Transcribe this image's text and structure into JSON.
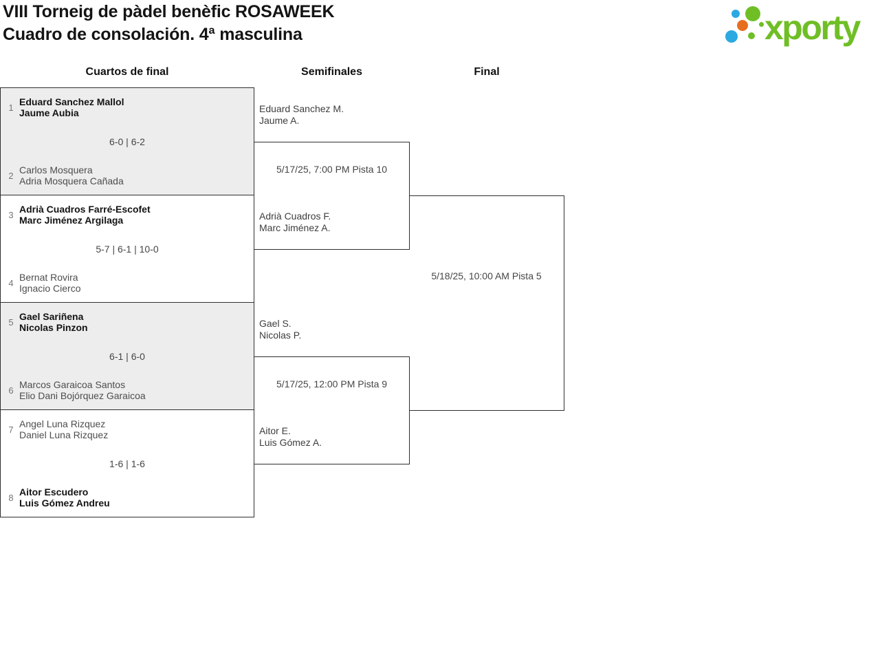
{
  "header": {
    "title_line1": "VIII Torneig de pàdel benèfic ROSAWEEK",
    "title_line2": "Cuadro de consolación. 4ª masculina",
    "logo_text": "xporty"
  },
  "colors": {
    "logo_green": "#6fbe26",
    "logo_blue": "#2da9e1",
    "logo_orange": "#e66f1e",
    "block_alt_bg": "#ededed",
    "border": "#2e2e2e"
  },
  "rounds": {
    "quarterfinals_label": "Cuartos de final",
    "semifinals_label": "Semifinales",
    "final_label": "Final"
  },
  "quarterfinals": [
    {
      "seed_top": "1",
      "team_top": [
        "Eduard Sanchez Mallol",
        "Jaume Aubia"
      ],
      "score": "6-0 | 6-2",
      "seed_bottom": "2",
      "team_bottom": [
        "Carlos Mosquera",
        "Adria Mosquera Cañada"
      ]
    },
    {
      "seed_top": "3",
      "team_top": [
        "Adrià Cuadros Farré-Escofet",
        "Marc Jiménez Argilaga"
      ],
      "score": "5-7 | 6-1 | 10-0",
      "seed_bottom": "4",
      "team_bottom": [
        "Bernat Rovira",
        "Ignacio Cierco"
      ]
    },
    {
      "seed_top": "5",
      "team_top": [
        "Gael Sariñena",
        "Nicolas Pinzon"
      ],
      "score": "6-1 | 6-0",
      "seed_bottom": "6",
      "team_bottom": [
        "Marcos Garaicoa Santos",
        "Elio Dani Bojórquez Garaicoa"
      ]
    },
    {
      "seed_top": "7",
      "team_top": [
        "Angel Luna Rizquez",
        "Daniel Luna Rizquez"
      ],
      "score": "1-6 | 1-6",
      "seed_bottom": "8",
      "team_bottom": [
        "Aitor Escudero",
        "Luis Gómez Andreu"
      ]
    }
  ],
  "semifinals": [
    {
      "team_top": [
        "Eduard Sanchez M.",
        "Jaume A."
      ],
      "team_bottom": [
        "Adrià Cuadros F.",
        "Marc Jiménez A."
      ],
      "schedule": "5/17/25, 7:00 PM Pista 10"
    },
    {
      "team_top": [
        "Gael S.",
        "Nicolas P."
      ],
      "team_bottom": [
        "Aitor E.",
        "Luis Gómez A."
      ],
      "schedule": "5/17/25, 12:00 PM Pista 9"
    }
  ],
  "final": {
    "schedule": "5/18/25, 10:00 AM Pista 5"
  }
}
